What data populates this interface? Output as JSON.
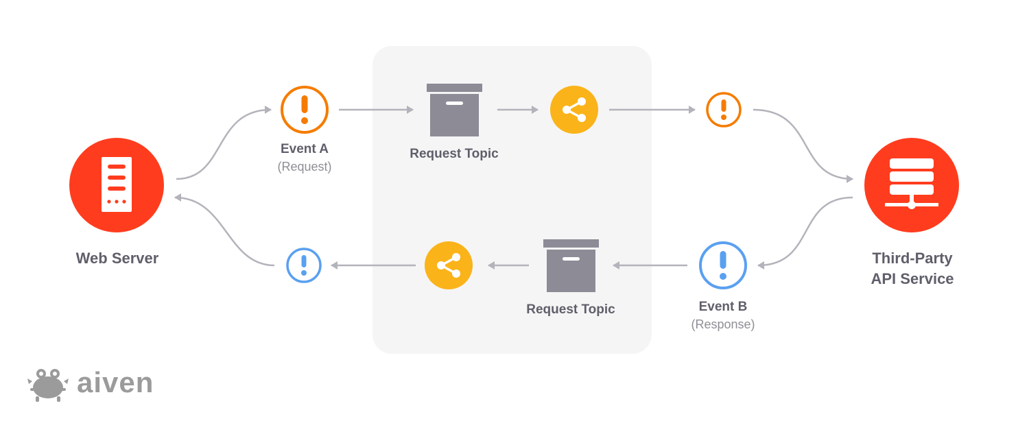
{
  "nodes": {
    "web_server": {
      "label": "Web Server"
    },
    "third_party": {
      "label_line1": "Third-Party",
      "label_line2": "API Service"
    },
    "event_a": {
      "label": "Event A",
      "sub": "(Request)"
    },
    "event_b": {
      "label": "Event B",
      "sub": "(Response)"
    },
    "topic_top": {
      "label": "Request Topic"
    },
    "topic_bottom": {
      "label": "Request Topic"
    }
  },
  "brand": {
    "name": "aiven",
    "icon": "crab-logo-icon"
  },
  "icons": {
    "server": "server-icon",
    "network_server": "network-server-icon",
    "event": "exclamation-icon",
    "topic": "archive-box-icon",
    "share": "share-icon"
  },
  "colors": {
    "server_red": "#ff3d1e",
    "event_request_orange": "#f57c00",
    "event_response_blue": "#5aa0f0",
    "share_yellow": "#fbb31a",
    "topic_gray": "#8c8b96",
    "arrow_gray": "#b3b3bb",
    "panel_bg": "#f5f5f5",
    "text_dark": "#5f5f6b",
    "text_light": "#8e8e96"
  }
}
